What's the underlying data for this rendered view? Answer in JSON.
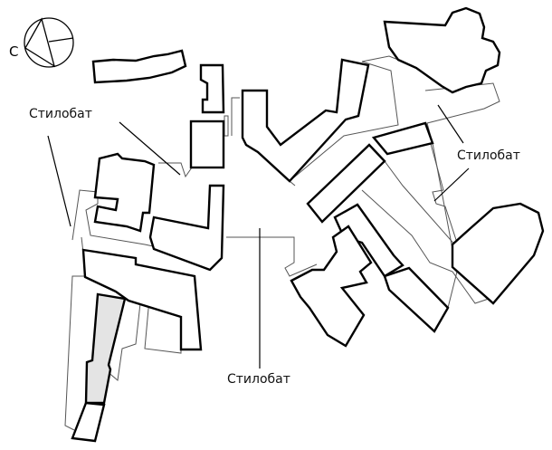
{
  "compass": {
    "north_letter": "С"
  },
  "labels": [
    "Стилобат",
    "Стилобат",
    "Стилобат"
  ],
  "colors": {
    "outline": "#000000",
    "highlight": "#e4e4e4",
    "podium": "#555555"
  }
}
